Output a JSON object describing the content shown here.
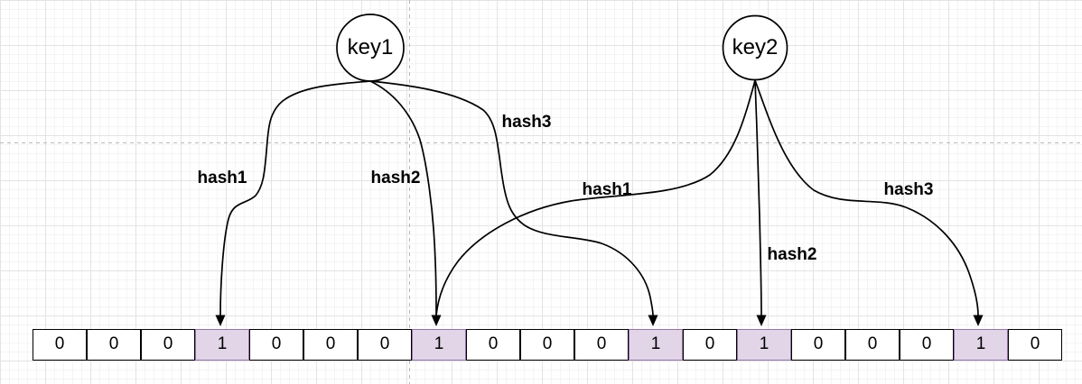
{
  "diagram": {
    "type": "bloom-filter",
    "keys": [
      {
        "id": "key1",
        "label": "key1"
      },
      {
        "id": "key2",
        "label": "key2"
      }
    ],
    "edges": [
      {
        "from": "key1",
        "label": "hash1",
        "target_index": 3
      },
      {
        "from": "key1",
        "label": "hash2",
        "target_index": 7
      },
      {
        "from": "key1",
        "label": "hash3",
        "target_index": 11
      },
      {
        "from": "key2",
        "label": "hash1",
        "target_index": 7
      },
      {
        "from": "key2",
        "label": "hash2",
        "target_index": 13
      },
      {
        "from": "key2",
        "label": "hash3",
        "target_index": 17
      }
    ],
    "bit_array": {
      "cells": [
        "0",
        "0",
        "0",
        "1",
        "0",
        "0",
        "0",
        "1",
        "0",
        "0",
        "0",
        "1",
        "0",
        "1",
        "0",
        "0",
        "0",
        "1",
        "0"
      ]
    },
    "colors": {
      "set_cell_fill": "#E1D5E7",
      "set_cell_border": "#9673A6",
      "cell_fill": "#FFFFFF",
      "cell_border": "#000000",
      "edge": "#000000",
      "guide": "#b9b9b9"
    }
  }
}
